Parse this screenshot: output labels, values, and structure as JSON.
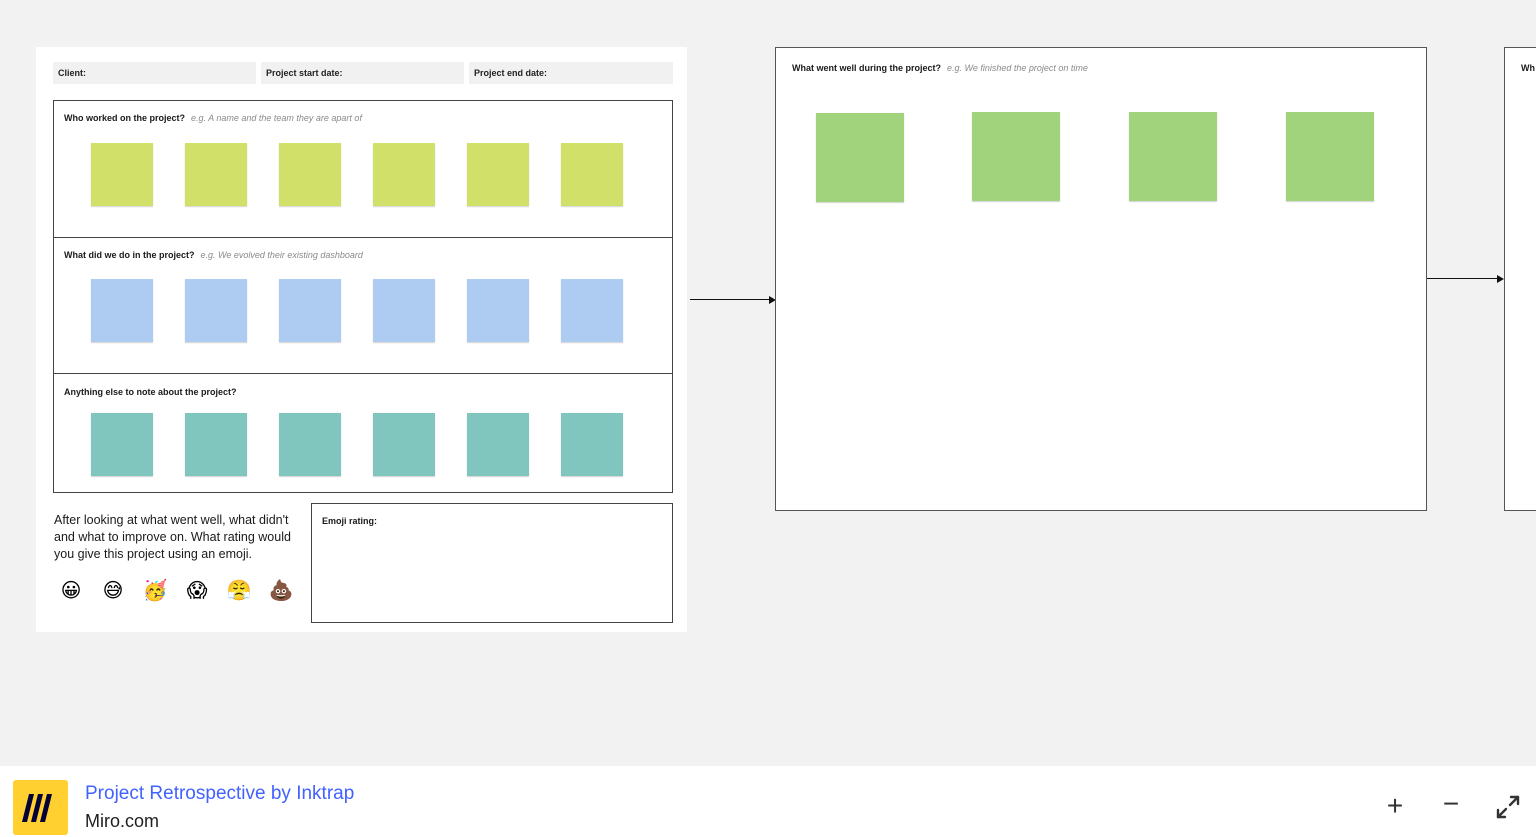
{
  "board_left": {
    "fields": {
      "client": "Client:",
      "start_date": "Project start date:",
      "end_date": "Project end date:"
    },
    "sections": [
      {
        "title": "Who worked on the project?",
        "hint": "e.g. A name and the team they are apart of",
        "sticky_color": "#d0e068"
      },
      {
        "title": "What did we do in the project?",
        "hint": "e.g. We evolved their existing dashboard",
        "sticky_color": "#aecbf2"
      },
      {
        "title": "Anything else to note about the project?",
        "hint": "",
        "sticky_color": "#80c6be"
      }
    ],
    "question": "After looking at what went well, what didn't and what to improve on. What rating would you give this project using an emoji.",
    "emojis": [
      "😀",
      "😅",
      "🥳",
      "😱",
      "😤",
      "💩"
    ],
    "emoji_rating_label": "Emoji rating:"
  },
  "board_mid": {
    "title": "What went well during the project?",
    "hint": "e.g. We finished the project on time",
    "sticky_color": "#a1d27c"
  },
  "board_right": {
    "title_partial": "Wh"
  },
  "footer": {
    "title": "Project Retrospective by Inktrap",
    "subtitle": "Miro.com",
    "zoom_in": "+",
    "zoom_out": "−",
    "fullscreen_icon": "expand-arrows"
  },
  "colors": {
    "accent": "#4262ff",
    "logo_bg": "#ffd02f"
  }
}
